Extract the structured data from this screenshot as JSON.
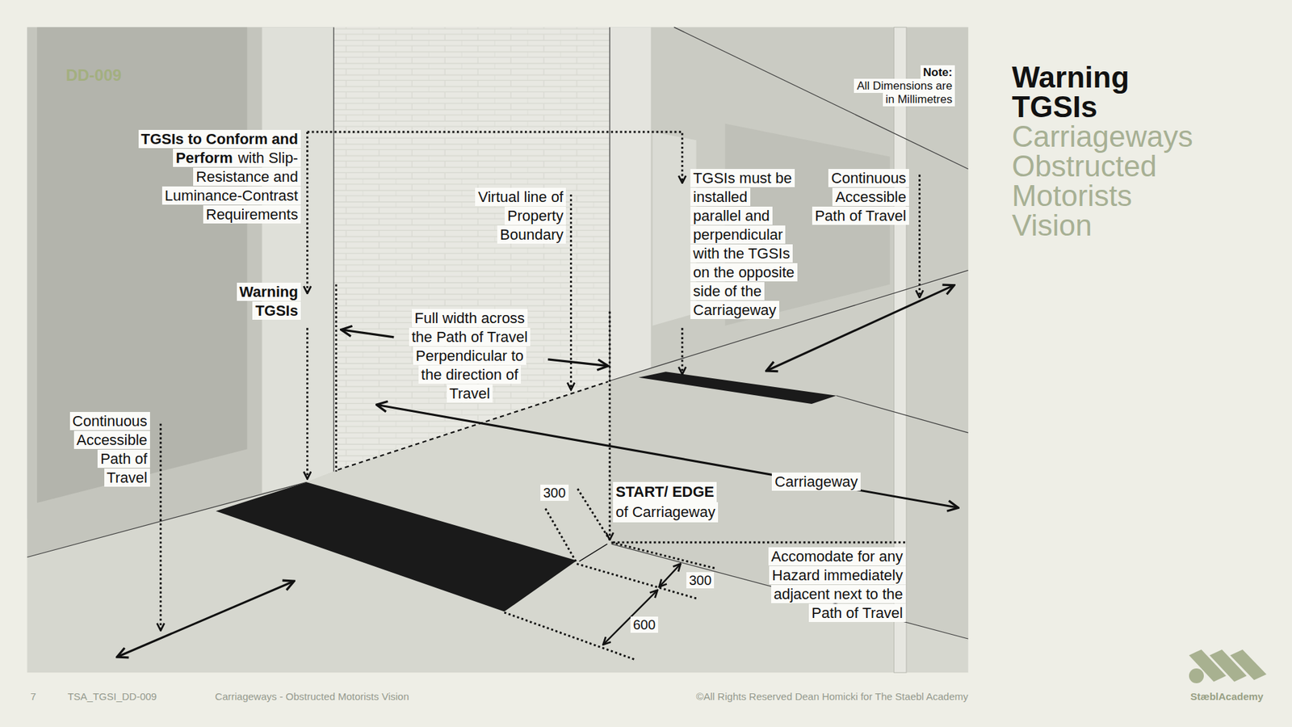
{
  "diagram": {
    "title": "Warning TGSIs",
    "labels": [
      "DD-009",
      "TGSIs to Conform and Perform",
      "with Slip-Resistance and Luminance-Contrast Requirements",
      "Virtual line of Property Boundary",
      "TGSIs must be installed parallel and perpendicular with the TGSIs on the opposite side of the Carriageway",
      "Continuous Accessible Path of Travel",
      "Note:",
      "All Dimensions are in Millimetres",
      "Warning TGSIs",
      "Full width across the Path of Travel Perpendicular to the direction of Travel",
      "Continuous Accessible Path of Travel",
      "Carriageway",
      "300",
      "START/ EDGE",
      "of Carriageway",
      "300",
      "600",
      "Accomodate for any Hazard immediately adjacent next to the Path of Travel",
      "Carriageways Obstructed Motorists Vision",
      "7",
      "TSA_TGSI_DD-009",
      "Carriageways - Obstructed Motorists Vision",
      "©All Rights Reserved Dean Homicki for The Staebl Academy",
      "StæblAcademy"
    ]
  }
}
